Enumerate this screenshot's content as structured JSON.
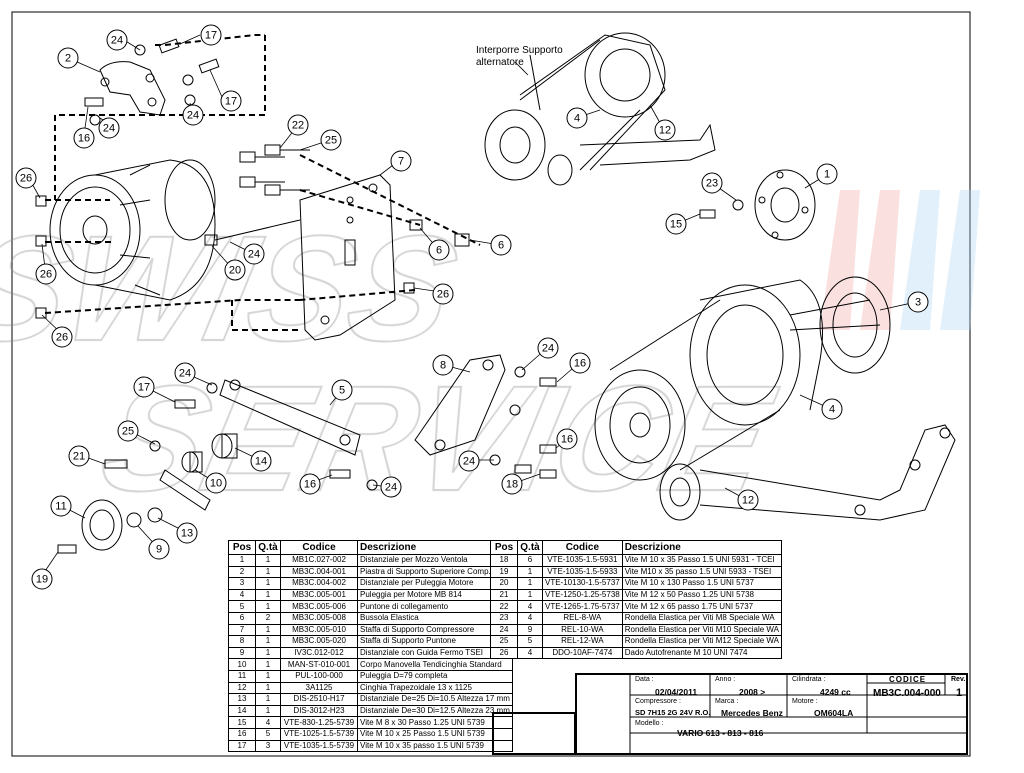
{
  "drawing": {
    "annotation": "Interporre Supporto alternatore",
    "watermark_text": "SWISS SERVICE"
  },
  "callouts": [
    "1",
    "2",
    "3",
    "4",
    "5",
    "6",
    "7",
    "8",
    "9",
    "10",
    "11",
    "12",
    "13",
    "14",
    "15",
    "16",
    "17",
    "19",
    "20",
    "21",
    "22",
    "23",
    "24",
    "25",
    "26",
    "18"
  ],
  "parts_table": {
    "headers": [
      "Pos",
      "Q.tà",
      "Codice",
      "Descrizione"
    ],
    "left_rows": [
      [
        "1",
        "1",
        "MB1C.027-002",
        "Distanziale per Mozzo Ventola"
      ],
      [
        "2",
        "1",
        "MB3C.004-001",
        "Piastra di Supporto Superiore Comp."
      ],
      [
        "3",
        "1",
        "MB3C.004-002",
        "Distanziale per Puleggia Motore"
      ],
      [
        "4",
        "1",
        "MB3C.005-001",
        "Puleggia per Motore MB 814"
      ],
      [
        "5",
        "1",
        "MB3C.005-006",
        "Puntone di collegamento"
      ],
      [
        "6",
        "2",
        "MB3C.005-008",
        "Bussola Elastica"
      ],
      [
        "7",
        "1",
        "MB3C.005-010",
        "Staffa di Supporto Compressore"
      ],
      [
        "8",
        "1",
        "MB3C.005-020",
        "Staffa di Supporto Puntone"
      ],
      [
        "9",
        "1",
        "IV3C.012-012",
        "Distanziale con Guida Fermo TSEI"
      ],
      [
        "10",
        "1",
        "MAN-ST-010-001",
        "Corpo Manovella Tendicinghia Standard"
      ],
      [
        "11",
        "1",
        "PUL-100-000",
        "Puleggia D=79 completa"
      ],
      [
        "12",
        "1",
        "3A1125",
        "Cinghia Trapezoidale 13 x 1125"
      ],
      [
        "13",
        "1",
        "DIS-2510-H17",
        "Distanziale De=25 Di=10.5 Altezza 17 mm"
      ],
      [
        "14",
        "1",
        "DIS-3012-H23",
        "Distanziale De=30 Di=12.5 Altezza 23 mm"
      ],
      [
        "15",
        "4",
        "VTE-830-1.25-5739",
        "Vite M 8 x 30 Passo 1.25 UNI 5739"
      ],
      [
        "16",
        "5",
        "VTE-1025-1.5-5739",
        "Vite M 10 x 25 Passo 1.5 UNI 5739"
      ],
      [
        "17",
        "3",
        "VTE-1035-1.5-5739",
        "Vite M 10 x 35 passo 1.5 UNI 5739"
      ]
    ],
    "right_rows": [
      [
        "18",
        "6",
        "VTE-1035-1.5-5931",
        "Vite M 10 x 35 Passo 1.5 UNI 5931 - TCEI"
      ],
      [
        "19",
        "1",
        "VTE-1035-1.5-5933",
        "Vite M10 x 35 passo 1.5 UNI 5933 - TSEI"
      ],
      [
        "20",
        "1",
        "VTE-10130-1.5-5737",
        "Vite M 10 x 130 Passo 1.5 UNI 5737"
      ],
      [
        "21",
        "1",
        "VTE-1250-1.25-5738",
        "Vite M 12 x 50 Passo 1.25 UNI 5738"
      ],
      [
        "22",
        "4",
        "VTE-1265-1.75-5737",
        "Vite M 12 x 65 passo 1.75 UNI 5737"
      ],
      [
        "23",
        "4",
        "REL-8-WA",
        "Rondella Elastica per Viti M8 Speciale WA"
      ],
      [
        "24",
        "9",
        "REL-10-WA",
        "Rondella Elastica per Viti M10 Speciale WA"
      ],
      [
        "25",
        "5",
        "REL-12-WA",
        "Rondella Elastica per Viti M12 Speciale WA"
      ],
      [
        "26",
        "4",
        "DDO-10AF-7474",
        "Dado Autofrenante M 10 UNI 7474"
      ]
    ]
  },
  "title_block": {
    "data_label": "Data :",
    "data_value": "02/04/2011",
    "anno_label": "Anno :",
    "anno_value": "2008 >",
    "cilindrata_label": "Cilindrata :",
    "cilindrata_value": "4249 cc",
    "codice_label": "CODICE",
    "codice_value": "MB3C.004-000",
    "rev_label": "Rev.",
    "rev_value": "1",
    "compressore_label": "Compressore :",
    "compressore_value": "SD 7H15 2G 24V R.O.",
    "marca_label": "Marca :",
    "marca_value": "Mercedes Benz",
    "motore_label": "Motore :",
    "motore_value": "OM604LA",
    "modello_label": "Modello :",
    "modello_value": "VARIO 613 - 813 - 816"
  }
}
